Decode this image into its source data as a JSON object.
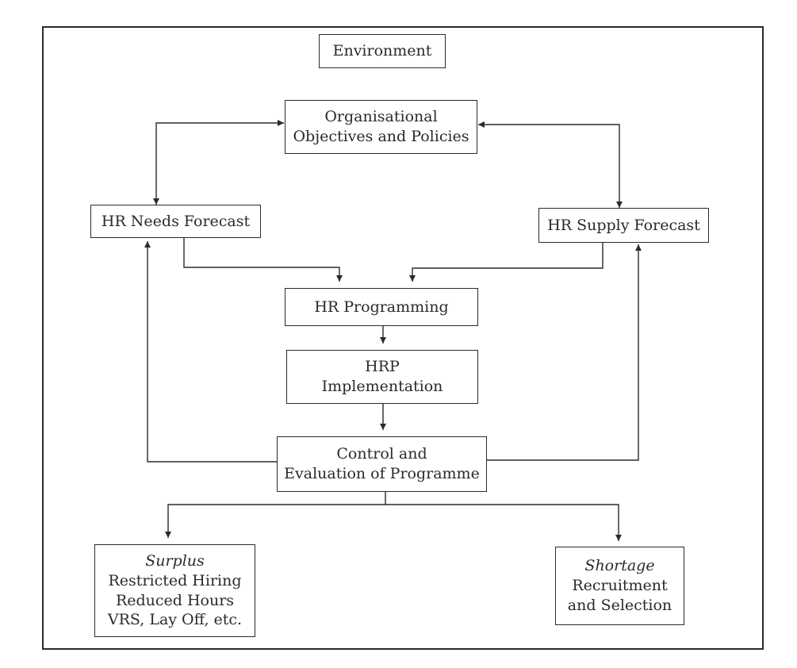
{
  "nodes": {
    "environment": {
      "label": "Environment"
    },
    "objectives": {
      "line1": "Organisational",
      "line2": "Objectives and Policies"
    },
    "needs": {
      "label": "HR Needs Forecast"
    },
    "supply": {
      "label": "HR Supply Forecast"
    },
    "programming": {
      "label": "HR Programming"
    },
    "implementation": {
      "line1": "HRP",
      "line2": "Implementation"
    },
    "control": {
      "line1": "Control and",
      "line2": "Evaluation of Programme"
    },
    "surplus": {
      "heading": "Surplus",
      "lines": [
        "Restricted Hiring",
        "Reduced Hours",
        "VRS, Lay Off, etc."
      ]
    },
    "shortage": {
      "heading": "Shortage",
      "lines": [
        "Recruitment",
        "and Selection"
      ]
    }
  },
  "colors": {
    "line": "#2b2b2b",
    "text": "#2a2a2a"
  }
}
